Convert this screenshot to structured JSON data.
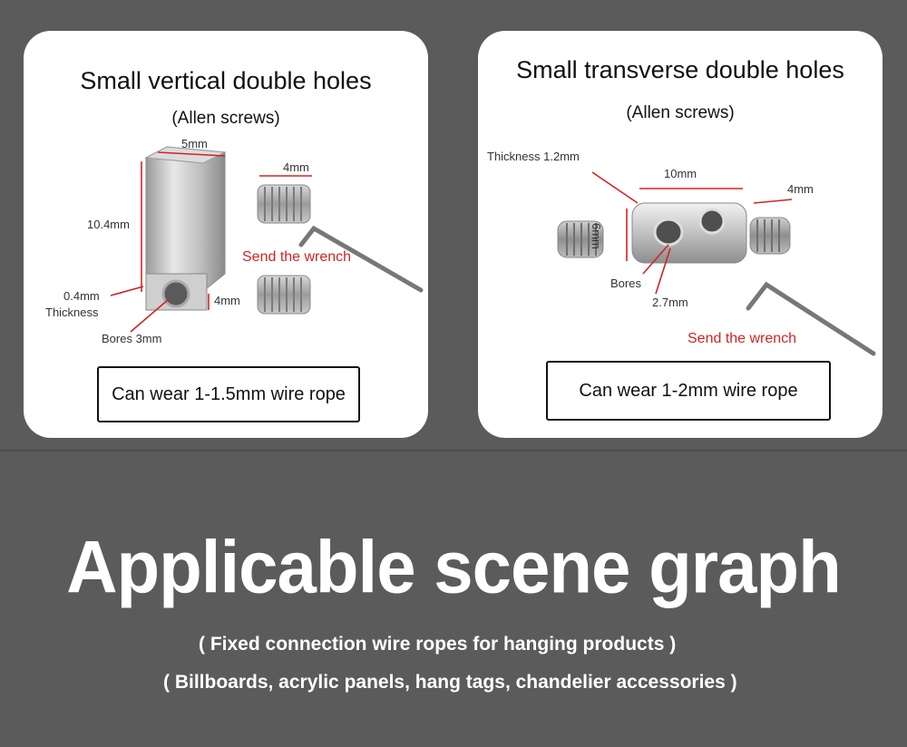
{
  "left_card": {
    "title": "Small vertical double holes",
    "subtitle": "(Allen screws)",
    "dim_width": "5mm",
    "dim_height": "10.4mm",
    "dim_screw": "4mm",
    "dim_bottom": "4mm",
    "thickness_value": "0.4mm",
    "thickness_label": "Thickness",
    "bores": "Bores 3mm",
    "send_wrench": "Send the wrench",
    "note": "Can wear 1-1.5mm wire rope"
  },
  "right_card": {
    "title": "Small transverse double holes",
    "subtitle": "(Allen screws)",
    "thickness": "Thickness 1.2mm",
    "dim_length": "10mm",
    "dim_screw": "4mm",
    "dim_height": "6mm",
    "bores_label": "Bores",
    "bores_value": "2.7mm",
    "send_wrench": "Send the wrench",
    "note": "Can wear 1-2mm wire rope"
  },
  "headline": "Applicable scene graph",
  "subline_1": "( Fixed connection wire ropes for hanging products )",
  "subline_2": "( Billboards, acrylic panels, hang tags, chandelier accessories )",
  "colors": {
    "background": "#5b5b5b",
    "card": "#ffffff",
    "accent_red": "#d22323"
  }
}
